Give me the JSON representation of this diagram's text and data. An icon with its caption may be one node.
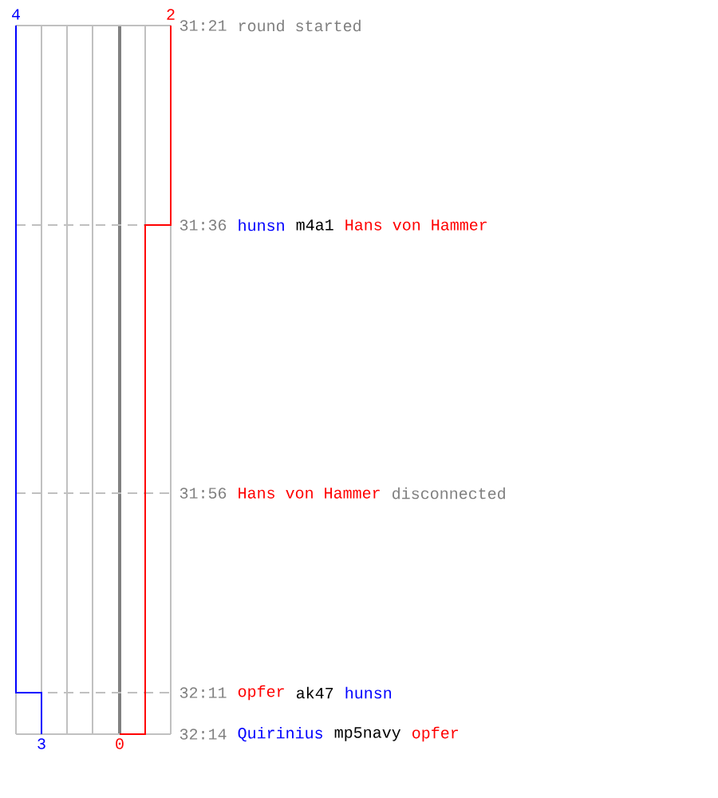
{
  "diagram": {
    "labels": [
      "4",
      "2",
      "31:21",
      "round started",
      "31:36",
      "hunsn",
      "m4a1",
      "Hans von Hammer",
      "31:56",
      "Hans von Hammer",
      "disconnected",
      "32:11",
      "opfer",
      "ak47",
      "hunsn",
      "32:14",
      "Quirinius",
      "mp5navy",
      "opfer",
      "3",
      "0"
    ]
  }
}
